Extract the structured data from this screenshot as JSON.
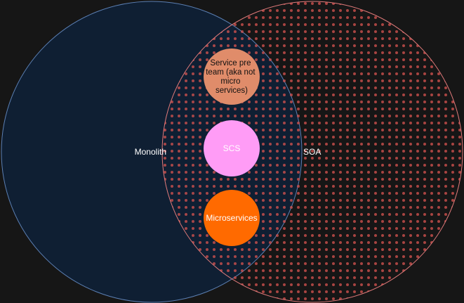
{
  "diagram": {
    "monolith_label": "Monolith",
    "soa_label": "SOA",
    "service_per_team_lines": [
      "Service pre",
      "team (aka not",
      "micro",
      "services)"
    ],
    "scs_label": "SCS",
    "microservices_label": "Microservices"
  },
  "colors": {
    "background": "#161616",
    "monolith_fill": "#0f1f33",
    "monolith_stroke": "#5b7fb3",
    "soa_dot": "#d9534f",
    "soa_stroke": "#e07a7a",
    "service_per_team_fill": "#e08c6a",
    "scs_fill": "#ff9cf6",
    "microservices_fill": "#ff6a00"
  }
}
